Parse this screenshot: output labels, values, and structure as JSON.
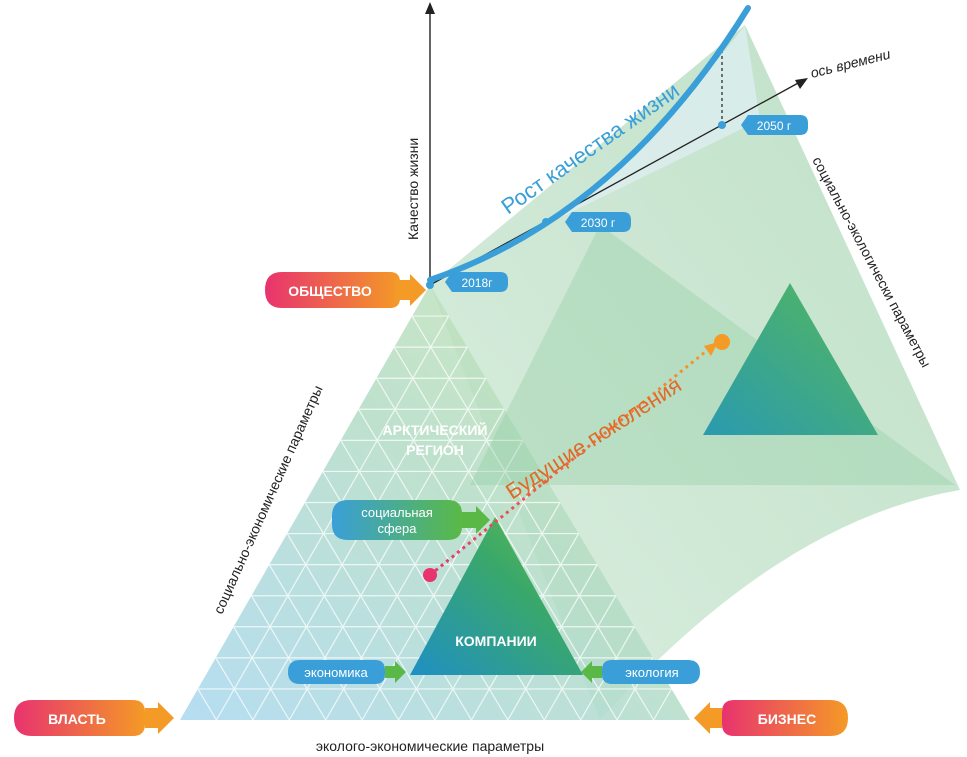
{
  "colors": {
    "pink": "#e8336f",
    "orange": "#f49a26",
    "blue": "#3a9fd8",
    "green": "#5ab946",
    "dark_text": "#222222",
    "timeline_orange": "#e06a28"
  },
  "vertical_axis_label": "Качество жизни",
  "time_axis_label": "ось времени",
  "quality_growth_label": "Рост качества жизни",
  "future_generations_label": "Будущие поколения",
  "years": {
    "y2018": "2018г",
    "y2030": "2030 г",
    "y2050": "2050 г"
  },
  "arctic_region": {
    "line1": "АРКТИЧЕСКИЙ",
    "line2": "РЕГИОН"
  },
  "companies_label": "КОМПАНИИ",
  "social_sphere": {
    "line1": "социальная",
    "line2": "сфера"
  },
  "economy_label": "экономика",
  "ecology_label": "экология",
  "vertices": {
    "society": "ОБЩЕСТВО",
    "power": "ВЛАСТЬ",
    "business": "БИЗНЕС"
  },
  "params": {
    "left": "социально-экономические параметры",
    "right": "социально-экологически параметры",
    "bottom": "эколого-экономические параметры"
  }
}
